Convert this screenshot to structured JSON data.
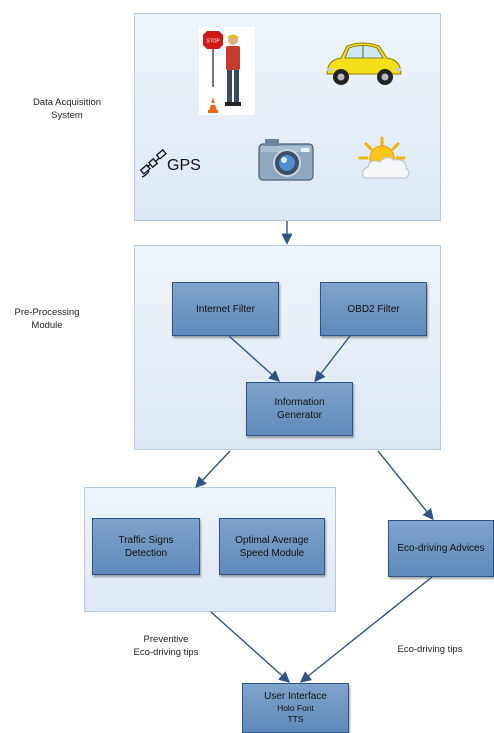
{
  "labels": {
    "data_acquisition_line1": "Data Acquisition",
    "data_acquisition_line2": "System",
    "preprocessing_line1": "Pre-Processing",
    "preprocessing_line2": "Module",
    "preventive_line1": "Preventive",
    "preventive_line2": "Eco-driving tips",
    "eco_tips": "Eco-driving tips"
  },
  "acquisition_icons": {
    "gps_text": "GPS",
    "stop_sign_text": "STOP"
  },
  "boxes": {
    "internet_filter": "Internet Filter",
    "obd2_filter": "OBD2 Filter",
    "info_gen_line1": "Information",
    "info_gen_line2": "Generator",
    "traffic_line1": "Traffic Signs",
    "traffic_line2": "Detection",
    "speed_line1": "Optimal Average",
    "speed_line2": "Speed Module",
    "eco_advices": "Eco-driving Advices",
    "ui_line1": "User Interface",
    "ui_line2": "Holo Font",
    "ui_line3": "TTS"
  },
  "colors": {
    "box_fill": "#6f97c4",
    "box_border": "#2e5486",
    "panel_fill": "#e4edf7",
    "arrow": "#2e5486"
  }
}
